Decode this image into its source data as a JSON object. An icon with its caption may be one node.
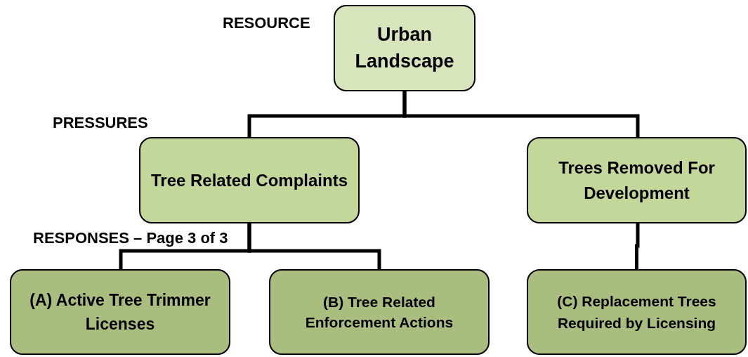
{
  "diagram": {
    "nodes": [
      {
        "text": [
          "Urban Landscape"
        ]
      },
      {
        "text": [
          "Tree Related Complaints"
        ]
      },
      {
        "text": [
          "Trees Removed For Development"
        ]
      },
      {
        "text": [
          "(A) Active Tree Trimmer Licenses"
        ]
      },
      {
        "text": [
          "(B) Tree Related Enforcement Actions"
        ]
      },
      {
        "text": [
          "(C) Replacement Trees Required by Licensing"
        ]
      }
    ],
    "edges": [
      {
        "from": 0,
        "to": 1,
        "arrow": "none"
      },
      {
        "from": 0,
        "to": 2,
        "arrow": "none"
      },
      {
        "from": 1,
        "to": 3,
        "arrow": "none"
      },
      {
        "from": 1,
        "to": 4,
        "arrow": "none"
      },
      {
        "from": 2,
        "to": 5,
        "arrow": "none"
      }
    ],
    "labels": [
      "RESOURCE",
      "PRESSURES",
      "RESPONSES – Page 3 of 3"
    ]
  }
}
